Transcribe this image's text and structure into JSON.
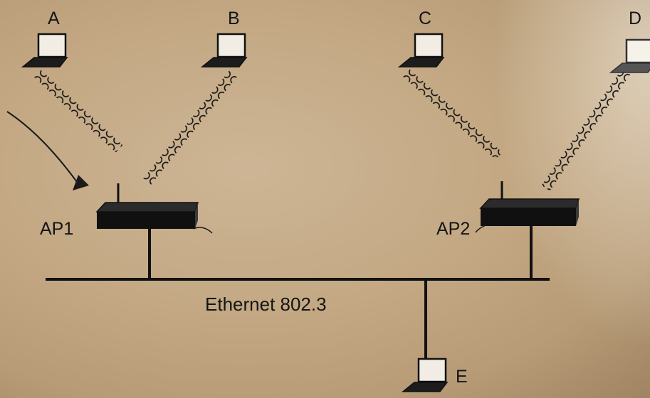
{
  "nodes": {
    "a": "A",
    "b": "B",
    "c": "C",
    "d": "D",
    "e": "E"
  },
  "access_points": {
    "ap1": "AP1",
    "ap2": "AP2"
  },
  "bus": {
    "label": "Ethernet 802.3"
  },
  "icons": [
    "laptop-icon",
    "access-point-icon",
    "wireless-link",
    "annotation-arrow"
  ]
}
